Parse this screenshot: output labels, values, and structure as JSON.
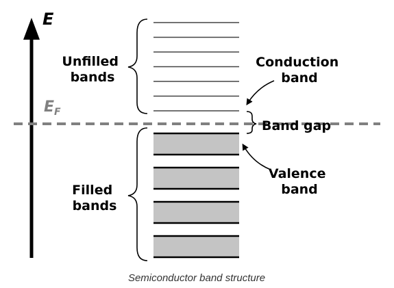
{
  "axis": {
    "symbol": "E"
  },
  "fermi": {
    "symbol": "E",
    "subscript": "F"
  },
  "labels": {
    "unfilled_line1": "Unfilled",
    "unfilled_line2": "bands",
    "filled_line1": "Filled",
    "filled_line2": "bands",
    "conduction_line1": "Conduction",
    "conduction_line2": "band",
    "band_gap": "Band gap",
    "valence_line1": "Valence",
    "valence_line2": "band"
  },
  "caption": "Semiconductor band structure",
  "colors": {
    "filled_band": "#c4c4c4",
    "fermi": "#808080",
    "conduction_line": "#444444"
  },
  "conduction_line_count": 7,
  "filled_band_count": 4
}
